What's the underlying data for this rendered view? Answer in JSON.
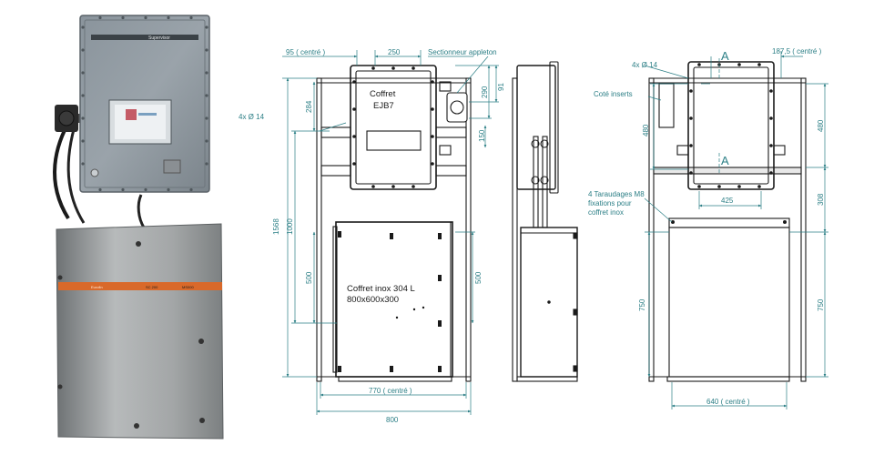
{
  "photo": {
    "upper_box_brand": "Supervisor",
    "lower_box_code_left": "SC 200",
    "lower_box_code_right": "MS000"
  },
  "front_view": {
    "dim_top_offset": "95 ( centré )",
    "dim_top_width": "250",
    "label_disconnector": "Sectionneur appleton",
    "dim_right_290": "290",
    "dim_right_91": "91",
    "dim_right_150": "150",
    "dim_left_284": "284",
    "dim_left_1568": "1568",
    "dim_left_1000": "1000",
    "dim_left_500": "500",
    "dim_right_500": "500",
    "dim_bottom_770": "770 ( centré )",
    "dim_bottom_800": "800",
    "label_holes": "4x Ø 14",
    "coffret_ejb_line1": "Coffret",
    "coffret_ejb_line2": "EJB7",
    "coffret_inox_line1": "Coffret inox 304 L",
    "coffret_inox_line2": "800x600x300"
  },
  "rear_view": {
    "label_holes": "4x Ø 14",
    "dim_top_right": "187,5 ( centré )",
    "label_inserts": "Coté inserts",
    "section_marker_top": "A",
    "section_marker_bottom": "A",
    "dim_left_480": "480",
    "dim_right_480": "480",
    "dim_right_308": "308",
    "dim_425": "425",
    "label_tapping_line1": "4 Taraudages M8",
    "label_tapping_line2": "fixations pour",
    "label_tapping_line3": "coffret inox",
    "dim_left_750": "750",
    "dim_right_750": "750",
    "dim_bottom_640": "640 ( centré )"
  }
}
